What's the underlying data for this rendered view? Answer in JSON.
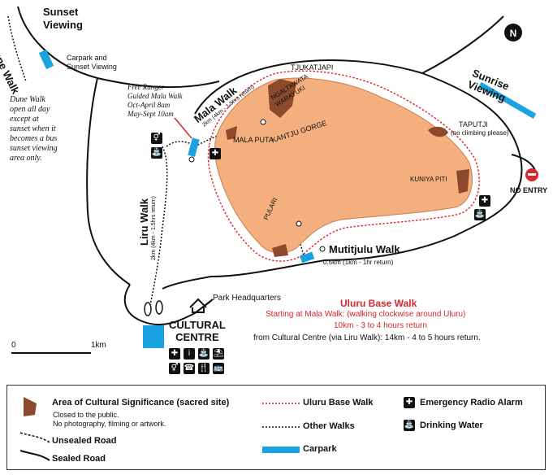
{
  "labels": {
    "sunset_viewing_1": "Sunset",
    "sunset_viewing_2": "Viewing",
    "dune_walk": "Dune Walk",
    "carpark_sunset_1": "Carpark and",
    "carpark_sunset_2": "Sunset Viewing",
    "dune_note_1": "Dune Walk",
    "dune_note_2": "open all day",
    "dune_note_3": "except at",
    "dune_note_4": "sunset when it",
    "dune_note_5": "becomes a bus",
    "dune_note_6": "sunset viewing",
    "dune_note_7": "area only.",
    "ranger_1": "Free Ranger",
    "ranger_2": "Guided Mala Walk",
    "ranger_3": "Oct-April 8am",
    "ranger_4": "May-Sept 10am",
    "mala_walk": "Mala Walk",
    "mala_walk_dist": "2km (4km - 1.5hrs return)",
    "tjukatjapi": "TJUKATJAPI",
    "ngaltawata_1": "NGALTAWATA",
    "ngaltawata_2": "WARAYUKI",
    "kantju": "KANTJU GORGE",
    "mala_puta": "MALA PUTA",
    "sunrise_1": "Sunrise",
    "sunrise_2": "Viewing",
    "taputji": "TAPUTJI",
    "taputji_note": "(no climbing please)",
    "kuniya": "KUNIYA PITI",
    "no_entry": "NO ENTRY",
    "liru_walk": "Liru Walk",
    "liru_dist": "2km (4km - 1.5hrs return)",
    "pulari": "PULARI",
    "mutitjulu": "Mutitjulu Walk",
    "mutitjulu_dist": "0.5km (1km - 1hr return)",
    "park_hq": "Park Headquarters",
    "cultural_1": "CULTURAL",
    "cultural_2": "CENTRE",
    "scale_0": "0",
    "scale_1": "1km",
    "north": "N"
  },
  "base_walk": {
    "title": "Uluru Base Walk",
    "line1": "Starting at Mala Walk: (walking clockwise around Uluru)",
    "line2": "10km - 3 to 4 hours return",
    "line3": "from Cultural Centre (via Liru Walk): 14km - 4 to 5 hours return."
  },
  "legend": {
    "cultural_title": "Area of Cultural Significance (sacred site)",
    "cultural_sub1": "Closed to the public.",
    "cultural_sub2": "No photography, filming or artwork.",
    "unsealed": "Unsealed Road",
    "sealed": "Sealed Road",
    "base_walk": "Uluru Base Walk",
    "other_walks": "Other Walks",
    "carpark": "Carpark",
    "emergency": "Emergency Radio Alarm",
    "water": "Drinking Water"
  },
  "colors": {
    "rock": "#f3b07e",
    "sacred": "#8b4a2b",
    "carpark": "#1aa3e0",
    "base_walk": "#d7262c",
    "road": "#111111"
  }
}
